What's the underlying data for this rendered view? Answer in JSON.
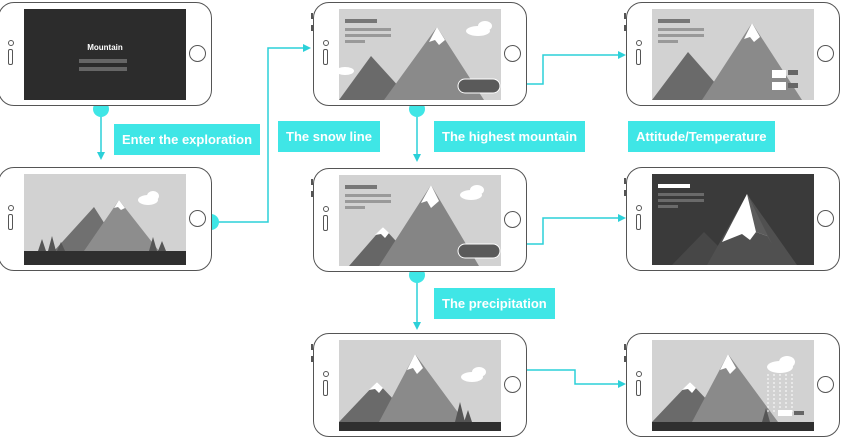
{
  "colors": {
    "accent": "#3fe6e6",
    "connector": "#2bd0d8",
    "dark_screen": "#3a3a3a",
    "sky": "#d2d2d2"
  },
  "start_screen": {
    "title": "Mountain"
  },
  "labels": {
    "enter": "Enter the exploration",
    "snow_line": "The snow line",
    "highest": "The highest mountain",
    "altitude": "Attitude/Temperature",
    "precipitation": "The precipitation"
  },
  "screens": [
    {
      "id": "start",
      "content": "dark title screen with two menu bars"
    },
    {
      "id": "landscape",
      "content": "mountains, cloud and trees"
    },
    {
      "id": "snow-line",
      "content": "info panel with mountains and toggle pill"
    },
    {
      "id": "altitude-temperature",
      "content": "info panel with temperature markers"
    },
    {
      "id": "highest-mountain",
      "content": "snow-capped mountains with toggle pill"
    },
    {
      "id": "highest-detail",
      "content": "dark screen with highlighted peak"
    },
    {
      "id": "precipitation",
      "content": "mountains with cloud and trees"
    },
    {
      "id": "precipitation-detail",
      "content": "rain falling from cloud"
    }
  ]
}
